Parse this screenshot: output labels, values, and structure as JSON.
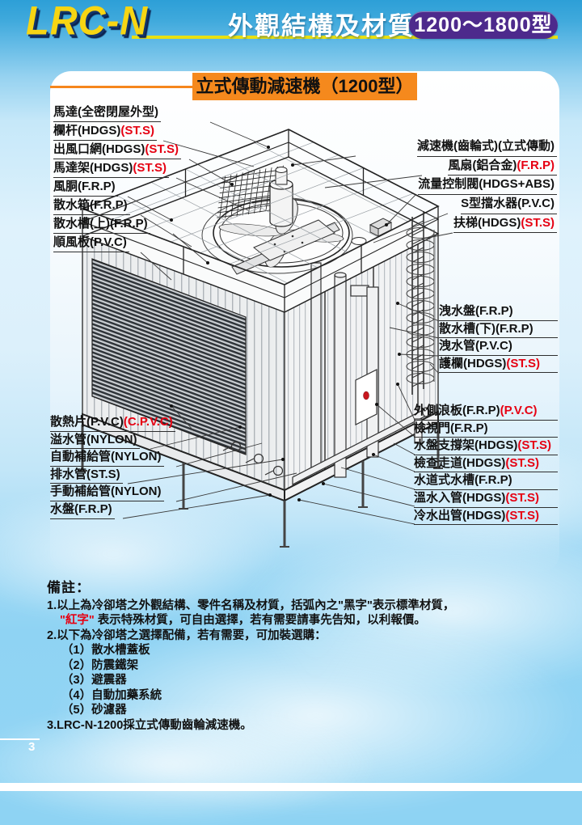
{
  "header": {
    "logo": "LRC-N",
    "title": "外觀結構及材質",
    "badge": "1200～1800型"
  },
  "panel": {
    "title": "立式傳動減速機（1200型）"
  },
  "labels": {
    "left_top": [
      {
        "text": "馬達(全密閉屋外型)",
        "special": ""
      },
      {
        "text": "欄杆(HDGS)",
        "special": "(ST.S)"
      },
      {
        "text": "出風口網(HDGS)",
        "special": "(ST.S)"
      },
      {
        "text": "馬達架(HDGS)",
        "special": "(ST.S)"
      },
      {
        "text": "風胴(F.R.P)",
        "special": ""
      },
      {
        "text": "散水箱(F.R.P)",
        "special": ""
      },
      {
        "text": "散水槽(上)(F.R.P)",
        "special": ""
      },
      {
        "text": "順風板(P.V.C)",
        "special": ""
      }
    ],
    "right_top": [
      {
        "text": "減速機(齒輪式)(立式傳動)",
        "special": ""
      },
      {
        "text": "風扇(鋁合金)",
        "special": "(F.R.P)"
      },
      {
        "text": "流量控制閥(HDGS+ABS)",
        "special": ""
      },
      {
        "text": "S型擋水器(P.V.C)",
        "special": ""
      },
      {
        "text": "扶梯(HDGS)",
        "special": "(ST.S)"
      }
    ],
    "right_mid": [
      {
        "text": "洩水盤(F.R.P)",
        "special": ""
      },
      {
        "text": "散水槽(下)(F.R.P)",
        "special": ""
      },
      {
        "text": "洩水管(P.V.C)",
        "special": ""
      },
      {
        "text": "護欄(HDGS)",
        "special": "(ST.S)"
      }
    ],
    "right_bottom": [
      {
        "text": "外側浪板(F.R.P)",
        "special": "(P.V.C)"
      },
      {
        "text": "檢視門(F.R.P)",
        "special": ""
      },
      {
        "text": "水盤支撐架(HDGS)",
        "special": "(ST.S)"
      },
      {
        "text": "檢查走道(HDGS)",
        "special": "(ST.S)"
      },
      {
        "text": "水道式水槽(F.R.P)",
        "special": ""
      },
      {
        "text": "溫水入管(HDGS)",
        "special": "(ST.S)"
      },
      {
        "text": "冷水出管(HDGS)",
        "special": "(ST.S)"
      }
    ],
    "left_bottom": [
      {
        "text": "散熱片(P.V.C)",
        "special": "(C.P.V.C)"
      },
      {
        "text": "溢水管(NYLON)",
        "special": ""
      },
      {
        "text": "自動補給管(NYLON)",
        "special": ""
      },
      {
        "text": "排水管(ST.S)",
        "special": ""
      },
      {
        "text": "手動補給管(NYLON)",
        "special": ""
      },
      {
        "text": "水盤(F.R.P)",
        "special": ""
      }
    ]
  },
  "notes": {
    "heading": "備註：",
    "line1": "1.以上為冷卻塔之外觀結構、零件名稱及材質，括弧內之\"黑字\"表示標準材質，",
    "line2_red": "\"紅字\"",
    "line2_rest": " 表示特殊材質，可自由選擇，若有需要請事先告知，以利報價。",
    "line3": "2.以下為冷卻塔之選擇配備，若有需要，可加裝選購：",
    "options": [
      "（1）散水槽蓋板",
      "（2）防震鐵架",
      "（3）避震器",
      "（4）自動加藥系統",
      "（5）砂濾器"
    ],
    "line4": "3.LRC-N-1200採立式傳動齒輪減速機。"
  },
  "footer": {
    "page_number": "3"
  },
  "colors": {
    "header_blue": "#2D9FD7",
    "logo_yellow": "#F7D513",
    "badge_purple": "#4D2A8C",
    "accent_orange": "#F5861C",
    "special_red": "#E60012",
    "underline_yellow": "#E8E012"
  }
}
